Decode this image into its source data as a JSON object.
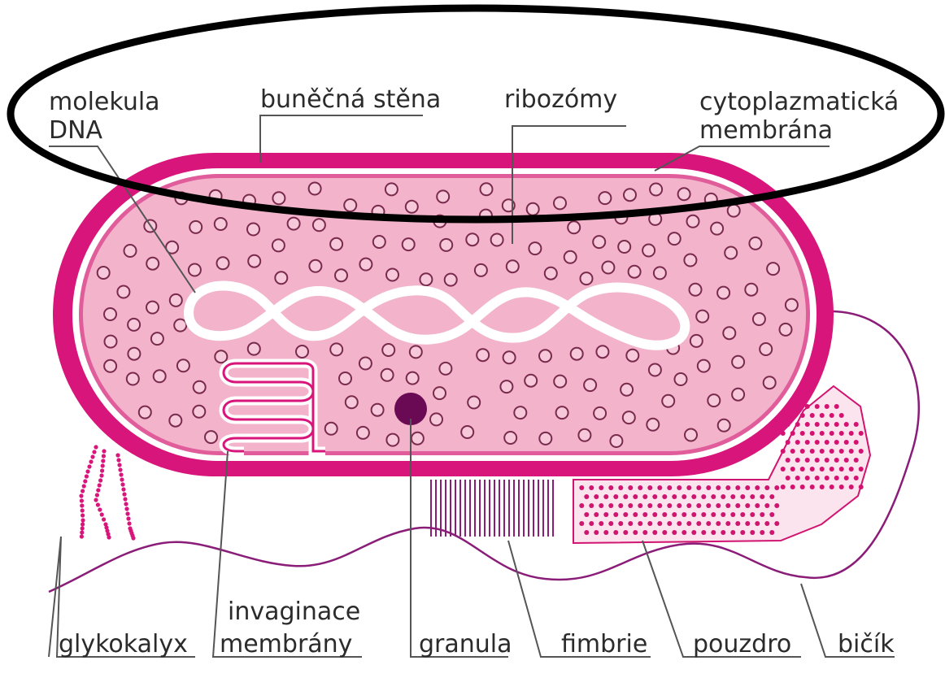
{
  "diagram": {
    "labels_top": {
      "dna_line1": "molekula",
      "dna_line2": "DNA",
      "cell_wall": "buněčná stěna",
      "ribosomes": "ribozómy",
      "membrane_line1": "cytoplazmatická",
      "membrane_line2": "membrána"
    },
    "labels_bottom": {
      "glycocalyx": "glykokalyx",
      "invagination_line1": "invaginace",
      "invagination_line2": "membrány",
      "granule": "granula",
      "fimbriae": "fimbrie",
      "capsule": "pouzdro",
      "flagellum": "bičík"
    },
    "colors": {
      "cell_wall": "#d8157a",
      "cytoplasm": "#f2b3cb",
      "dot_fill": "#f7c8da",
      "dot_stroke": "#7a2a4c",
      "granule": "#6a0a55",
      "capsule_dots": "#d01470",
      "label_text": "#2b2b2b",
      "leader_lines": "#555555",
      "flagellum": "#8a1d78",
      "highlight_ellipse": "#000000"
    }
  }
}
